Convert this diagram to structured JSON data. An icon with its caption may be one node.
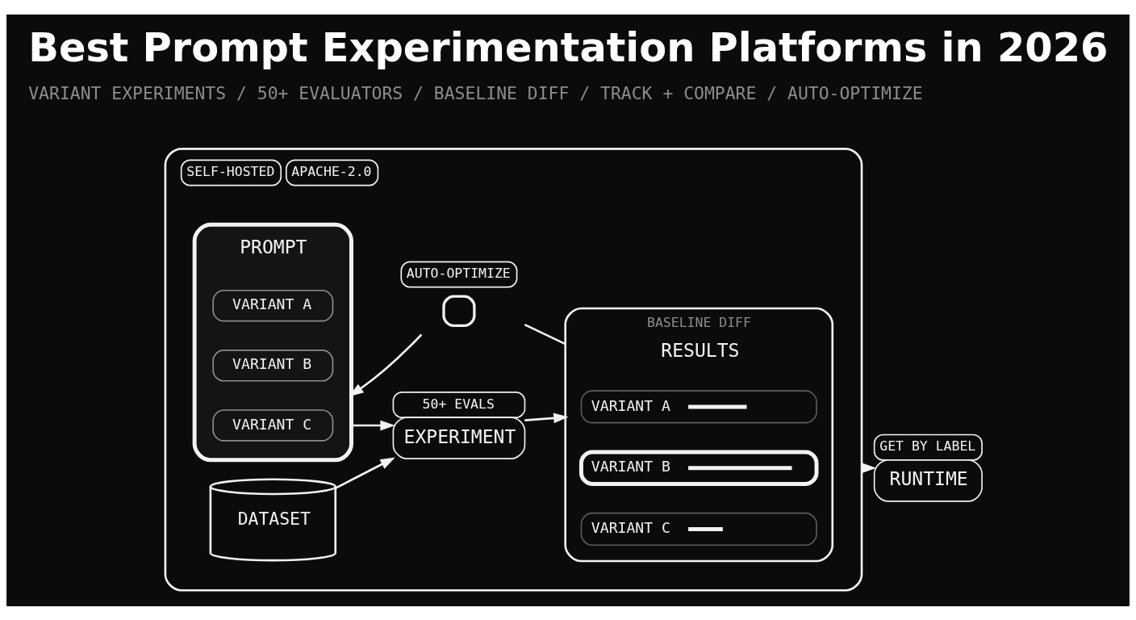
{
  "diagram": {
    "title": "Best Prompt Experimentation Platforms in 2026",
    "caption": "VARIANT EXPERIMENTS / 50+ EVALUATORS / BASELINE DIFF / TRACK + COMPARE / AUTO-OPTIMIZE",
    "nodes": [
      {
        "text": [
          "SELF-HOSTED",
          "APACHE-2.0"
        ]
      },
      {
        "text": [
          "PROMPT"
        ],
        "in": 0
      },
      {
        "text": [
          "VARIANT A"
        ],
        "in": 1
      },
      {
        "text": [
          "VARIANT B"
        ],
        "in": 1
      },
      {
        "text": [
          "VARIANT C"
        ],
        "in": 1
      },
      {
        "text": [
          "DATASET"
        ],
        "in": 0
      },
      {
        "text": [
          "AUTO-OPTIMIZE"
        ],
        "in": 0
      },
      {
        "text": [
          "EXPERIMENT"
        ],
        "beside": [
          "50+ EVALS"
        ],
        "in": 0
      },
      {
        "text": [
          "RESULTS"
        ],
        "beside": [
          "BASELINE DIFF"
        ],
        "in": 0
      },
      {
        "text": [
          "VARIANT A"
        ],
        "in": 8
      },
      {
        "text": [
          "VARIANT B"
        ],
        "in": 8
      },
      {
        "text": [
          "VARIANT C"
        ],
        "in": 8
      },
      {
        "text": [
          "RUNTIME"
        ],
        "beside": [
          "GET BY LABEL"
        ]
      }
    ],
    "edges": [
      {
        "from": 1,
        "to": 7,
        "arrow": "to"
      },
      {
        "from": 5,
        "to": 7,
        "arrow": "to"
      },
      {
        "from": 7,
        "to": 8,
        "arrow": "to"
      },
      {
        "from": 8,
        "to": 6,
        "arrow": "none"
      },
      {
        "from": 6,
        "to": 1,
        "arrow": "to"
      },
      {
        "from": 0,
        "to": 12,
        "arrow": "to"
      }
    ]
  }
}
